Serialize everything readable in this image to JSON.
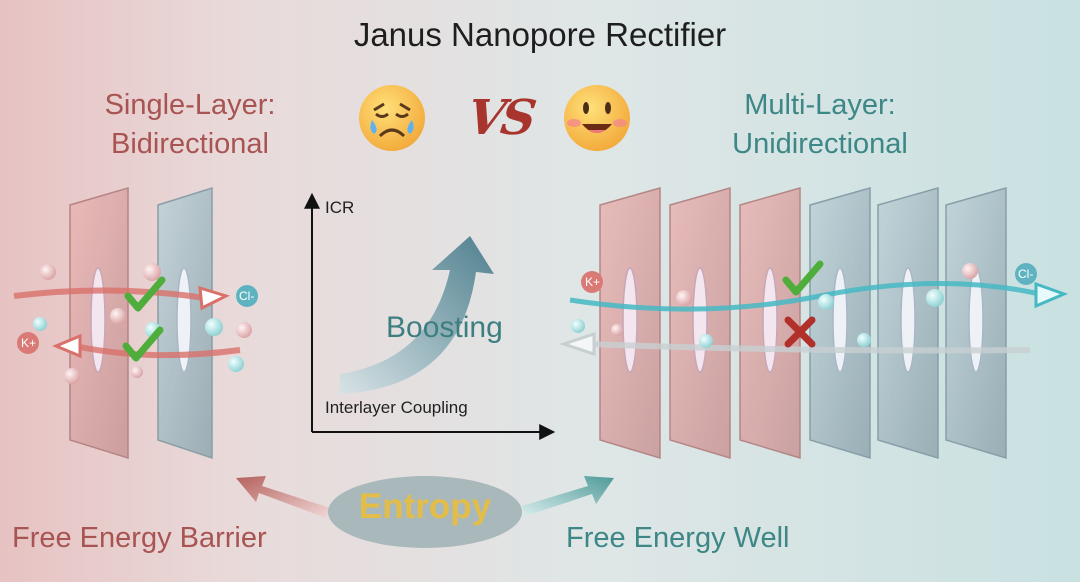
{
  "title": "Janus Nanopore Rectifier",
  "left": {
    "line1": "Single-Layer:",
    "line2": "Bidirectional"
  },
  "right": {
    "line1": "Multi-Layer:",
    "line2": "Unidirectional"
  },
  "vs": "VS",
  "graph": {
    "ylabel": "ICR",
    "xlabel": "Interlayer Coupling",
    "arrow_label": "Boosting"
  },
  "center": {
    "label": "Entropy"
  },
  "bottom": {
    "left": "Free Energy Barrier",
    "right": "Free Energy Well"
  },
  "ions": {
    "k": "K+",
    "cl": "Cl-"
  },
  "icons": {
    "left_emoji": "crying-face-icon",
    "right_emoji": "smiling-face-icon",
    "check": "check-mark-icon",
    "cross": "cross-mark-icon"
  },
  "colors": {
    "red": "#a85452",
    "teal": "#3d8786",
    "entropy": "#e4bd49",
    "check": "#4fae3b",
    "cross": "#b2302a"
  }
}
